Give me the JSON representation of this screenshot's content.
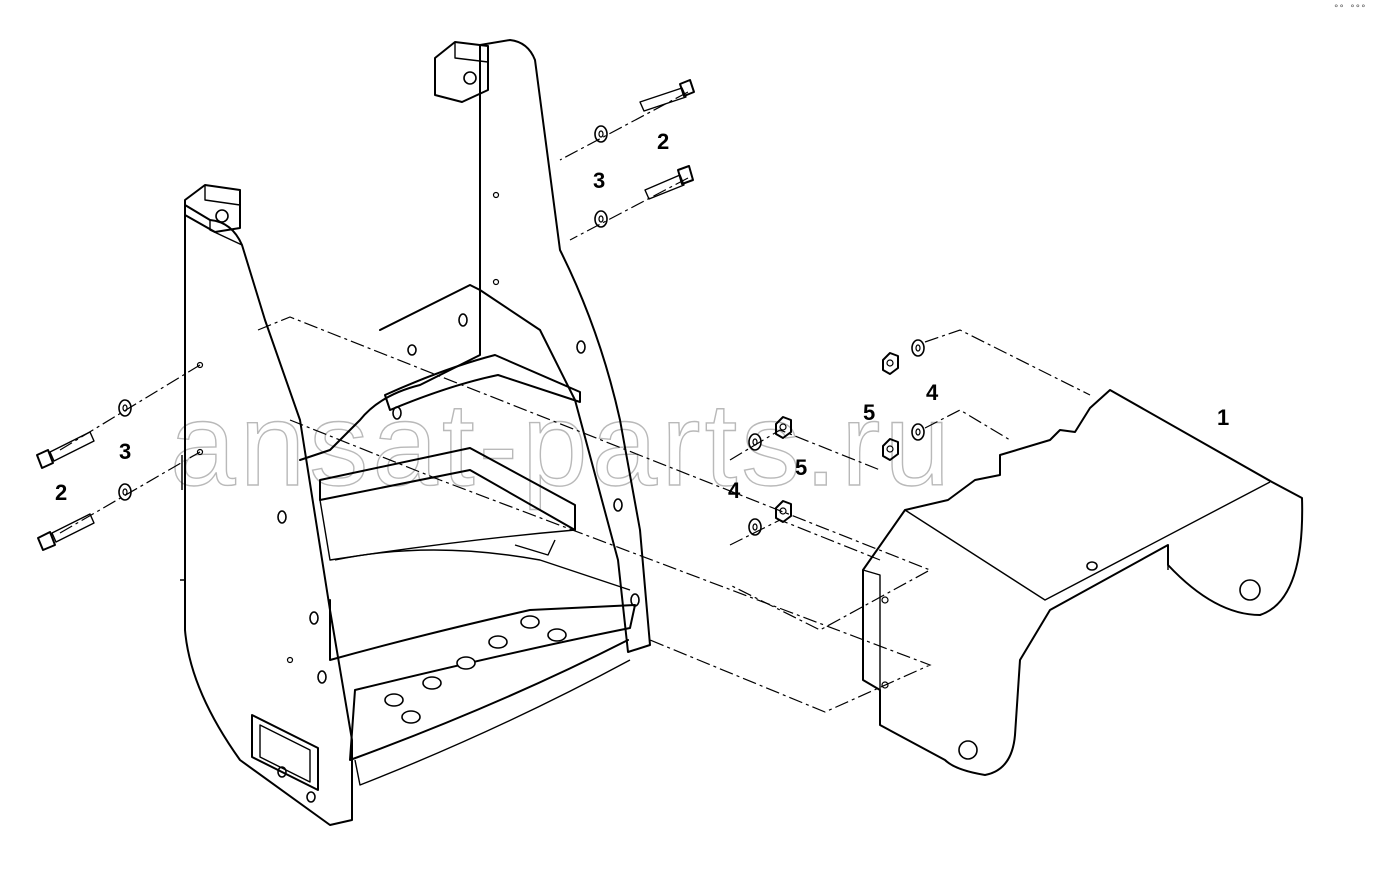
{
  "watermark": "ansat-parts.ru",
  "corner_mark": "°° °°°",
  "callouts": {
    "c1": "1",
    "c2_right": "2",
    "c3_right": "3",
    "c3_left": "3",
    "c2_left": "2",
    "c4_upper": "4",
    "c5_upper": "5",
    "c5_lower": "5",
    "c4_lower": "4"
  }
}
